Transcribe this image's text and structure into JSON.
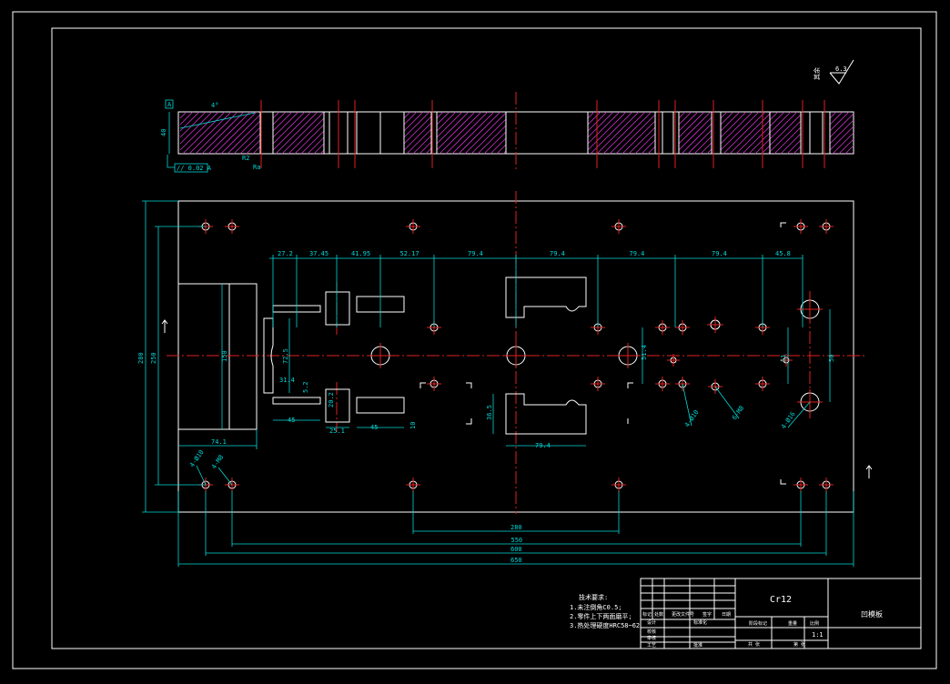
{
  "dimensions": {
    "top_row": [
      "27.2",
      "37.45",
      "41.95",
      "52.17",
      "79.4",
      "79.4",
      "79.4",
      "79.4",
      "45.8"
    ],
    "bottom_row": [
      "280",
      "550",
      "600",
      "650"
    ],
    "left_col": [
      "280",
      "250"
    ],
    "pocket_height": "150",
    "pocket_width": "74.1",
    "right_col": [
      "51",
      "50"
    ],
    "mid_54": "51.4",
    "slot_labels": [
      "72.5",
      "31.4",
      "45",
      "25.1",
      "45",
      "20.2",
      "79.4",
      "36.5",
      "10",
      "5.2"
    ],
    "hole_callouts": [
      "4-Ø10",
      "4-M8",
      "4-Ø10",
      "6-M8",
      "4-Ø16"
    ],
    "top_view_thickness": "40",
    "top_view_angle": "4°",
    "top_view_r": "R2",
    "top_view_ra": "Ra",
    "tolerance_box": "// 0.02 A",
    "datum": "A"
  },
  "roughness": {
    "label": "其余",
    "value": "6.3"
  },
  "notes": {
    "title": "技术要求:",
    "lines": [
      "1.未注倒角C0.5;",
      "2.零件上下两面磨平;",
      "3.热处理硬度HRC58~62"
    ]
  },
  "title_block": {
    "material": "Cr12",
    "drawing_name": "凹模板",
    "scale": "1:1",
    "headers": [
      "标记",
      "处数",
      "更改文件号",
      "签字",
      "日期"
    ],
    "left_rows": [
      "设计",
      "校核",
      "审核",
      "工艺"
    ],
    "mid_labels": [
      "标准化",
      "批准"
    ],
    "right_labels": [
      "阶段标记",
      "重量",
      "比例",
      "共 张",
      "第 张"
    ]
  },
  "colors": {
    "background": "#000000",
    "outline": "#ffffff",
    "dimension": "#00d8d8",
    "centerline": "#e02020",
    "hatch": "#d030d0"
  }
}
